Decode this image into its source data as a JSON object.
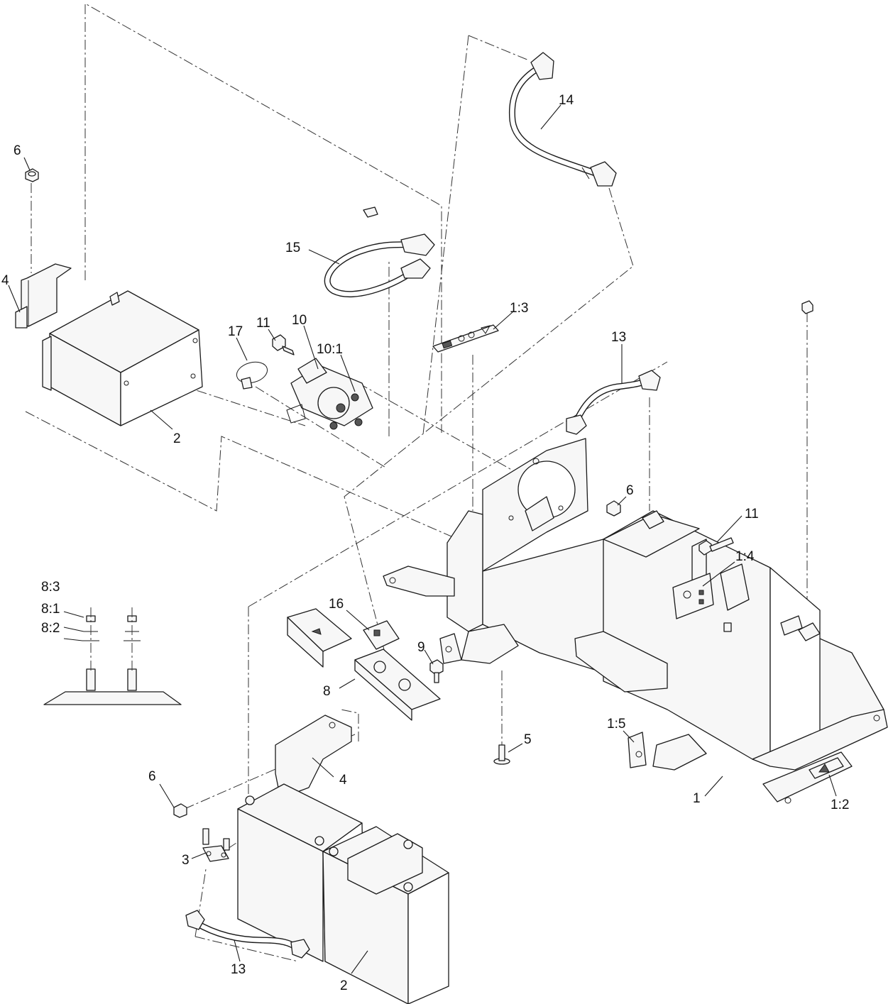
{
  "callouts": {
    "c_14": "14",
    "c_15": "15",
    "c_6_top": "6",
    "c_4_top": "4",
    "c_17": "17",
    "c_11_top": "11",
    "c_10": "10",
    "c_10_1": "10:1",
    "c_1_3": "1:3",
    "c_13_top": "13",
    "c_2_top": "2",
    "c_6_mid": "6",
    "c_11_right": "11",
    "c_1_4": "1:4",
    "c_8_3": "8:3",
    "c_8_1": "8:1",
    "c_8_2": "8:2",
    "c_16": "16",
    "c_9": "9",
    "c_8": "8",
    "c_5": "5",
    "c_1_5": "1:5",
    "c_6_bottom": "6",
    "c_4_bottom": "4",
    "c_1": "1",
    "c_1_2": "1:2",
    "c_3": "3",
    "c_13_bottom": "13",
    "c_2_bottom": "2"
  }
}
